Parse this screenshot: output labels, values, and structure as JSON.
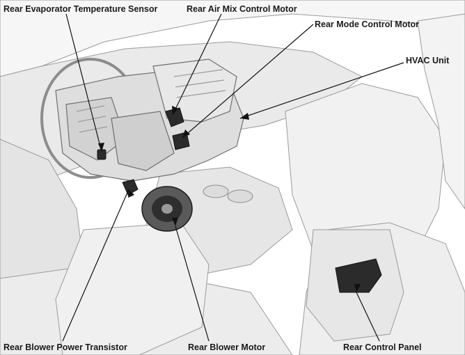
{
  "labels": {
    "rear_evaporator_temperature_sensor": "Rear Evaporator Temperature Sensor",
    "rear_air_mix_control_motor": "Rear Air Mix Control Motor",
    "rear_mode_control_motor": "Rear Mode Control Motor",
    "hvac_unit": "HVAC Unit",
    "rear_blower_power_transistor": "Rear Blower Power Transistor",
    "rear_blower_motor": "Rear Blower Motor",
    "rear_control_panel": "Rear Control Panel"
  },
  "colors": {
    "line_art": "#8a8a8a",
    "shading": "#e9e9e9",
    "highlight_dark": "#2b2b2b",
    "leader": "#111111"
  }
}
